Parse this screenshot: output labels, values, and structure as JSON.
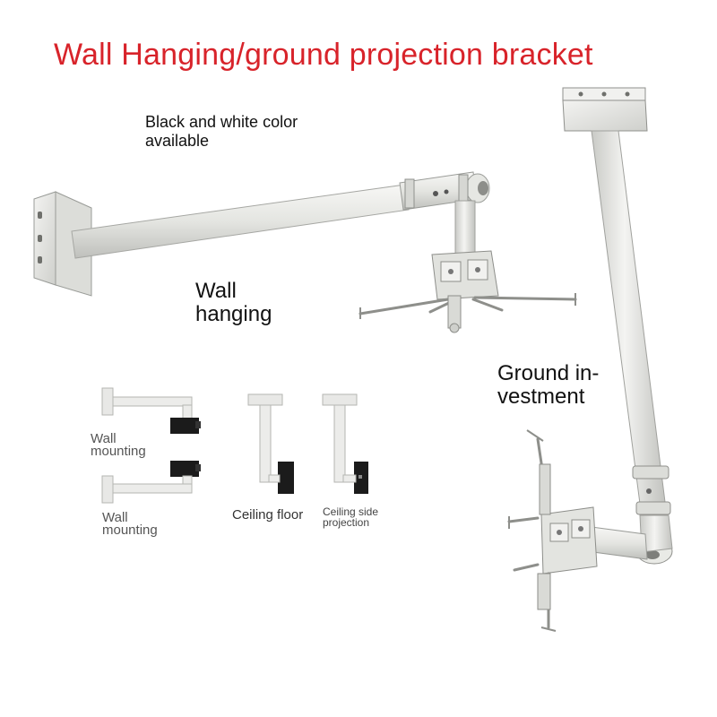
{
  "title": "Wall Hanging/ground projection bracket",
  "subtitle": "Black and white color available",
  "labels": {
    "wall_hanging": [
      "Wall",
      "hanging"
    ],
    "ground_investment": [
      "Ground in-",
      "vestment"
    ],
    "wall_mounting_top": [
      "Wall",
      "mounting"
    ],
    "wall_mounting_bottom": [
      "Wall",
      "mounting"
    ],
    "ceiling_floor": "Ceiling floor",
    "ceiling_side_projection": [
      "Ceiling side",
      "projection"
    ]
  },
  "colors": {
    "title": "#d8232a",
    "metal": "#e9eae6",
    "metal_edge": "#9a9c98",
    "projector": "#1b1b1b"
  }
}
